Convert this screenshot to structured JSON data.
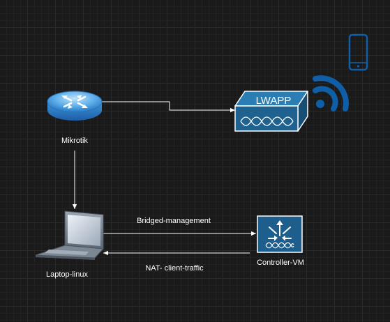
{
  "nodes": {
    "router": {
      "label": "Mikrotik"
    },
    "access_point": {
      "label": "LWAPP"
    },
    "laptop": {
      "label": "Laptop-linux"
    },
    "controller": {
      "label": "Controller-VM"
    }
  },
  "edges": {
    "management": {
      "label": "Bridged-management"
    },
    "client_traffic": {
      "label": "NAT- client-traffic"
    }
  },
  "colors": {
    "background": "#1a1a1a",
    "cisco_blue": "#1d5e8c",
    "wifi_blue": "#0f5fa8",
    "connector": "#ffffff"
  }
}
